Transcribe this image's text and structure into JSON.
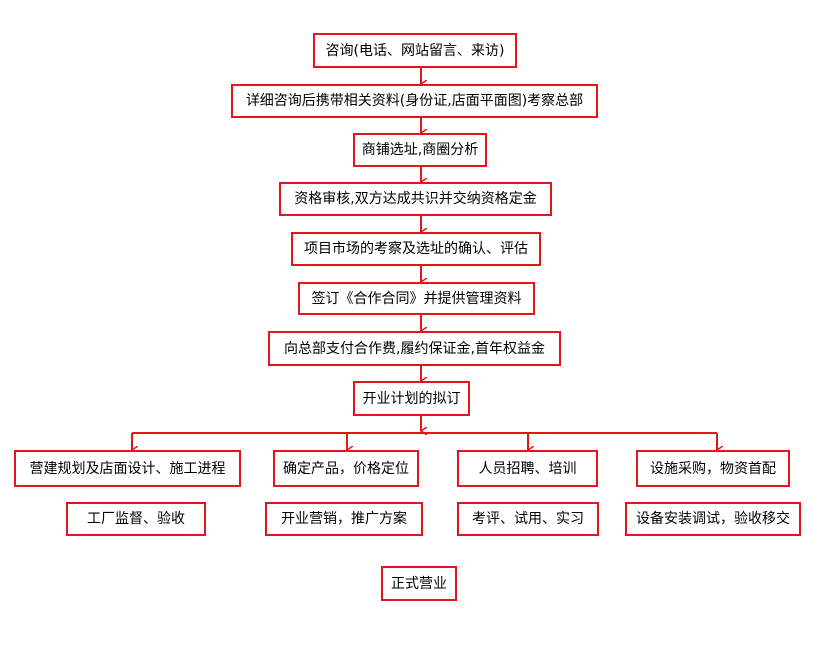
{
  "accent_color": "#e8141c",
  "flow": {
    "steps": [
      "咨询(电话、网站留言、来访)",
      "详细咨询后携带相关资料(身份证,店面平面图)考察总部",
      "商铺选址,商圈分析",
      "资格审核,双方达成共识并交纳资格定金",
      "项目市场的考察及选址的确认、评估",
      "签订《合作合同》并提供管理资料",
      "向总部支付合作费,履约保证金,首年权益金",
      "开业计划的拟订"
    ],
    "branches": [
      {
        "label": "营建规划及店面设计、施工进程",
        "sub": "工厂监督、验收"
      },
      {
        "label": "确定产品，价格定位",
        "sub": "开业营销，推广方案"
      },
      {
        "label": "人员招聘、培训",
        "sub": "考评、试用、实习"
      },
      {
        "label": "设施采购，物资首配",
        "sub": "设备安装调试，验收移交"
      }
    ],
    "final": "正式营业"
  }
}
